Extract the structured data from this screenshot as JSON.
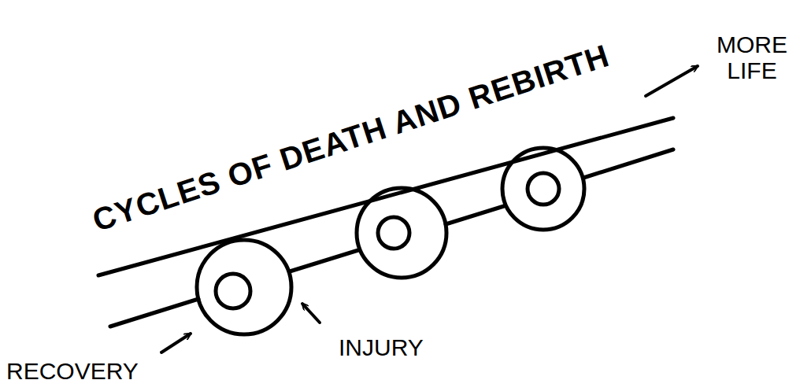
{
  "diagram": {
    "title": "CYCLES OF DEATH AND REBIRTH",
    "labels": [
      "MORE LIFE",
      "INJURY",
      "RECOVERY"
    ]
  }
}
